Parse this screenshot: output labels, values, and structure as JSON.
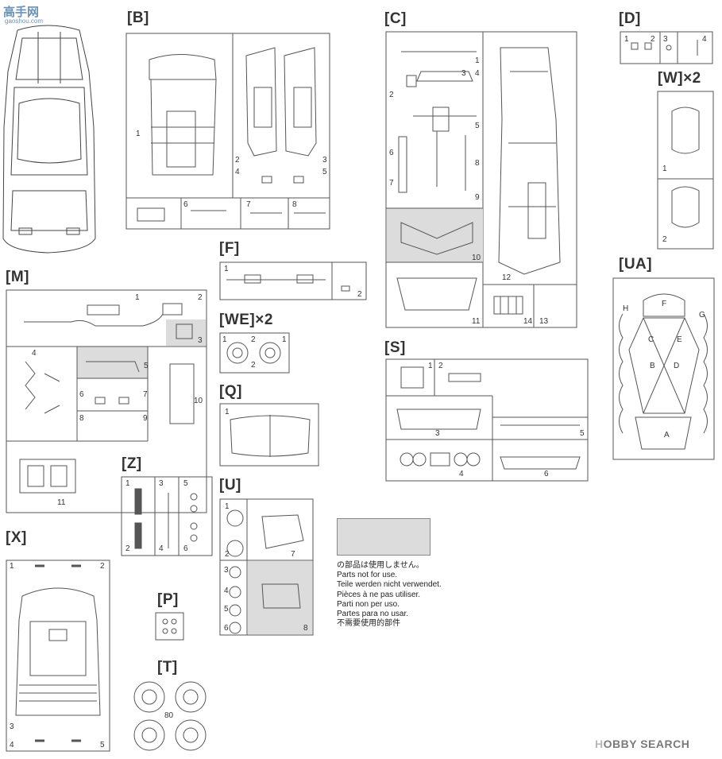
{
  "watermark": {
    "text": "高手网",
    "subtext": "gaoshou.com"
  },
  "groups": {
    "B": "[B]",
    "C": "[C]",
    "D": "[D]",
    "W": "[W]×2",
    "UA": "[UA]",
    "F": "[F]",
    "M": "[M]",
    "WE": "[WE]×2",
    "S": "[S]",
    "Q": "[Q]",
    "Z": "[Z]",
    "U": "[U]",
    "X": "[X]",
    "P": "[P]",
    "T": "[T]"
  },
  "part_numbers": {
    "B": [
      "1",
      "2",
      "3",
      "4",
      "5",
      "6",
      "7",
      "8"
    ],
    "C": [
      "1",
      "2",
      "3",
      "4",
      "5",
      "6",
      "7",
      "8",
      "9",
      "10",
      "11",
      "12",
      "13",
      "14"
    ],
    "D": [
      "1",
      "2",
      "3",
      "4"
    ],
    "W": [
      "1",
      "2"
    ],
    "F": [
      "1",
      "2"
    ],
    "M": [
      "1",
      "2",
      "3",
      "4",
      "5",
      "6",
      "7",
      "8",
      "9",
      "10",
      "11"
    ],
    "WE": [
      "1",
      "2",
      "2",
      "1"
    ],
    "S": [
      "1",
      "2",
      "3",
      "4",
      "5",
      "6"
    ],
    "Q": [
      "1"
    ],
    "Z": [
      "1",
      "2",
      "3",
      "4",
      "5",
      "6"
    ],
    "U": [
      "1",
      "2",
      "3",
      "4",
      "5",
      "6",
      "7",
      "8"
    ],
    "X": [
      "1",
      "2",
      "3",
      "4",
      "5"
    ],
    "T": [
      "80"
    ],
    "UA": [
      "A",
      "B",
      "C",
      "D",
      "E",
      "F",
      "G",
      "H"
    ]
  },
  "legend": [
    "の部品は使用しません。",
    "Parts not for use.",
    "Teile werden nicht verwendet.",
    "Pièces à ne pas utiliser.",
    "Parti non per uso.",
    "Partes para no usar.",
    "不需要使用的部件"
  ],
  "brand": {
    "part1": "H",
    "part2": "OBBY SEARCH"
  },
  "colors": {
    "line": "#555555",
    "shade": "#dcdcdc",
    "brand": "#7a7a7a",
    "watermark": "#6a92b6"
  }
}
